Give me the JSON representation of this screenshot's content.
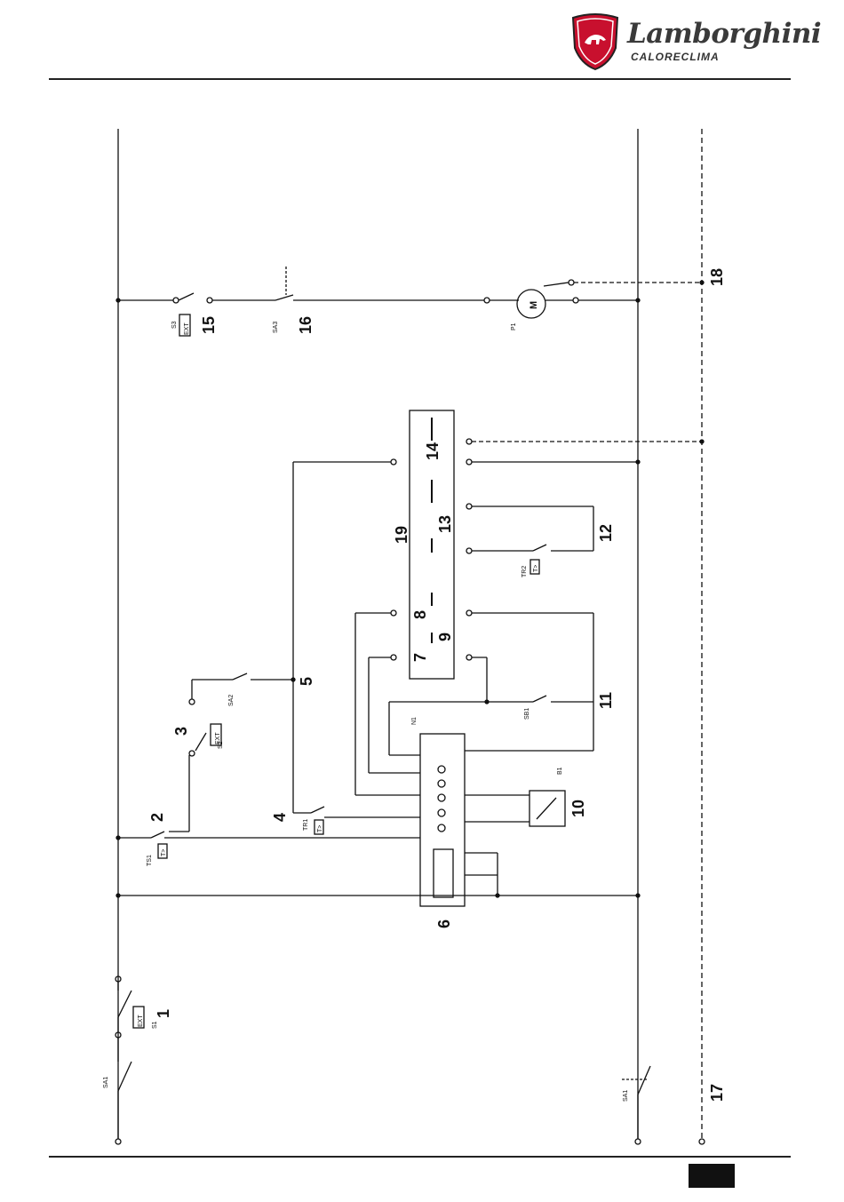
{
  "header": {
    "logo_word": "Lamborghini",
    "logo_sub": "CALORECLIMA"
  },
  "components": {
    "sa1": "SA1",
    "sa1_b": "SA1",
    "s1": "S1",
    "s2": "S2",
    "s3": "S3",
    "sa2": "SA2",
    "sa3": "SA3",
    "ts1": "TS1",
    "tr1": "TR1",
    "tr2": "TR2",
    "sb1": "SB1",
    "n1": "N1",
    "b1": "B1",
    "p1": "P1",
    "ext": "EXT",
    "motor": "M",
    "tplus": "T>"
  },
  "callouts": [
    "1",
    "2",
    "3",
    "4",
    "5",
    "6",
    "7",
    "8",
    "9",
    "10",
    "11",
    "12",
    "13",
    "14",
    "15",
    "16",
    "17",
    "18",
    "19"
  ],
  "colors": {
    "line": "#111111",
    "logo_red": "#c8102e"
  }
}
